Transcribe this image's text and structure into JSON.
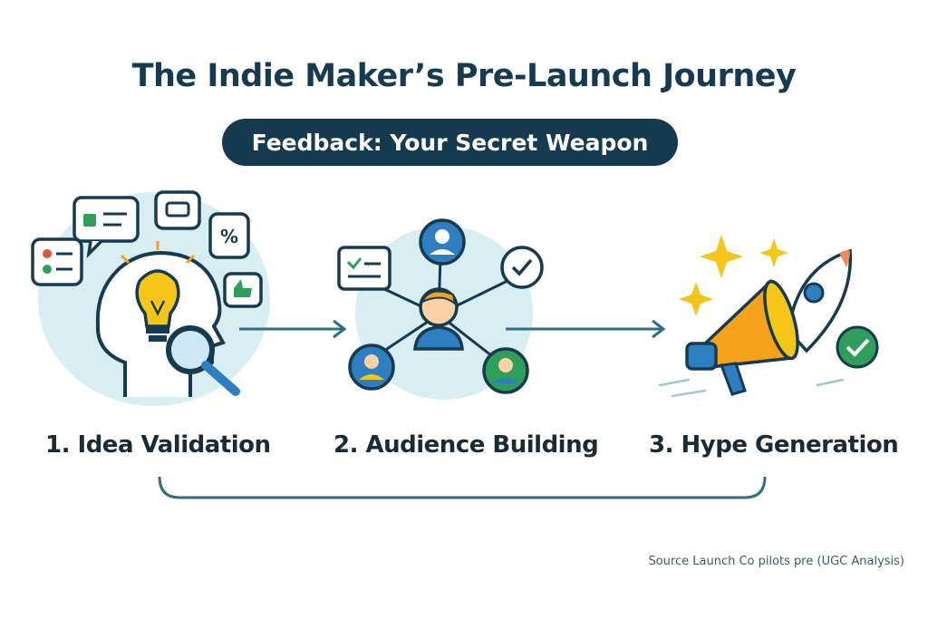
{
  "header": {
    "title": "The Indie Maker’s Pre-Launch Journey",
    "subtitle": "Feedback: Your Secret Weapon"
  },
  "stages": [
    {
      "label": "1. Idea Validation",
      "icon": "lightbulb-head-magnifier-icon"
    },
    {
      "label": "2. Audience Building",
      "icon": "people-network-icon"
    },
    {
      "label": "3. Hype Generation",
      "icon": "megaphone-rocket-icon"
    }
  ],
  "footer": {
    "source": "Source  Launch Co pilots pre (UGC Analysis)"
  },
  "colors": {
    "navy": "#163a4f",
    "teal": "#2f6f7f",
    "blob": "#d8eef3",
    "yellow": "#f5c518",
    "orange": "#f7a21b",
    "blue": "#2d7fc1",
    "green": "#2e9e5b"
  }
}
